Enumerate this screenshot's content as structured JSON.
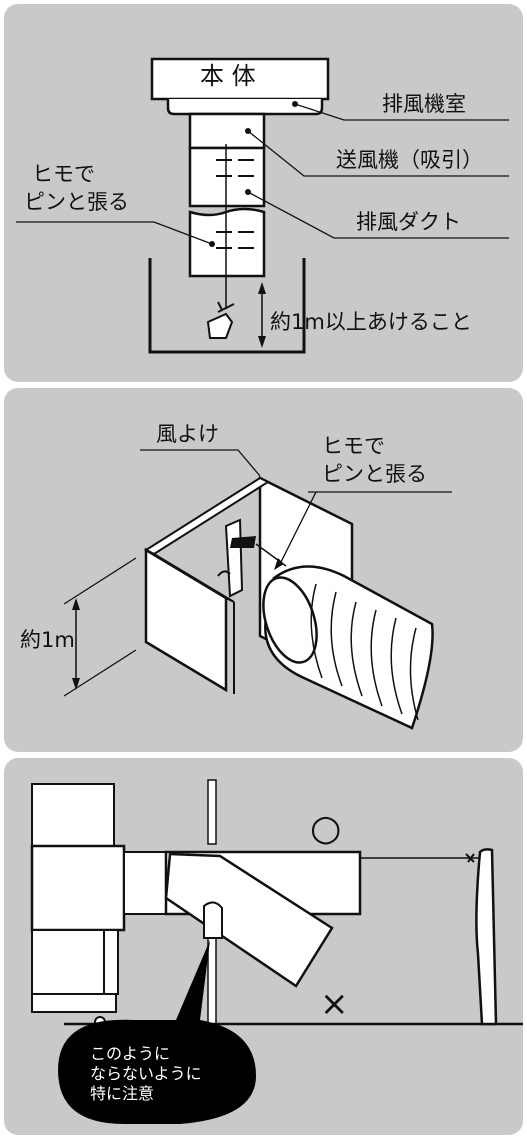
{
  "panel1": {
    "main_body": "本 体",
    "exhaust_chamber": "排風機室",
    "blower": "送風機（吸引）",
    "exhaust_duct": "排風ダクト",
    "string_line1": "ヒモで",
    "string_line2": "ピンと張る",
    "clearance": "約1m以上あけること"
  },
  "panel2": {
    "windbreak": "風よけ",
    "string_line1": "ヒモで",
    "string_line2": "ピンと張る",
    "height": "約1m"
  },
  "panel3": {
    "good_mark": "○",
    "bad_mark": "×",
    "warning_line1": "このように",
    "warning_line2": "ならないように",
    "warning_line3": "特に注意"
  },
  "colors": {
    "panel_background": "#c9c9c9",
    "line": "#111111",
    "fill": "#ffffff",
    "bubble": "#000000"
  }
}
